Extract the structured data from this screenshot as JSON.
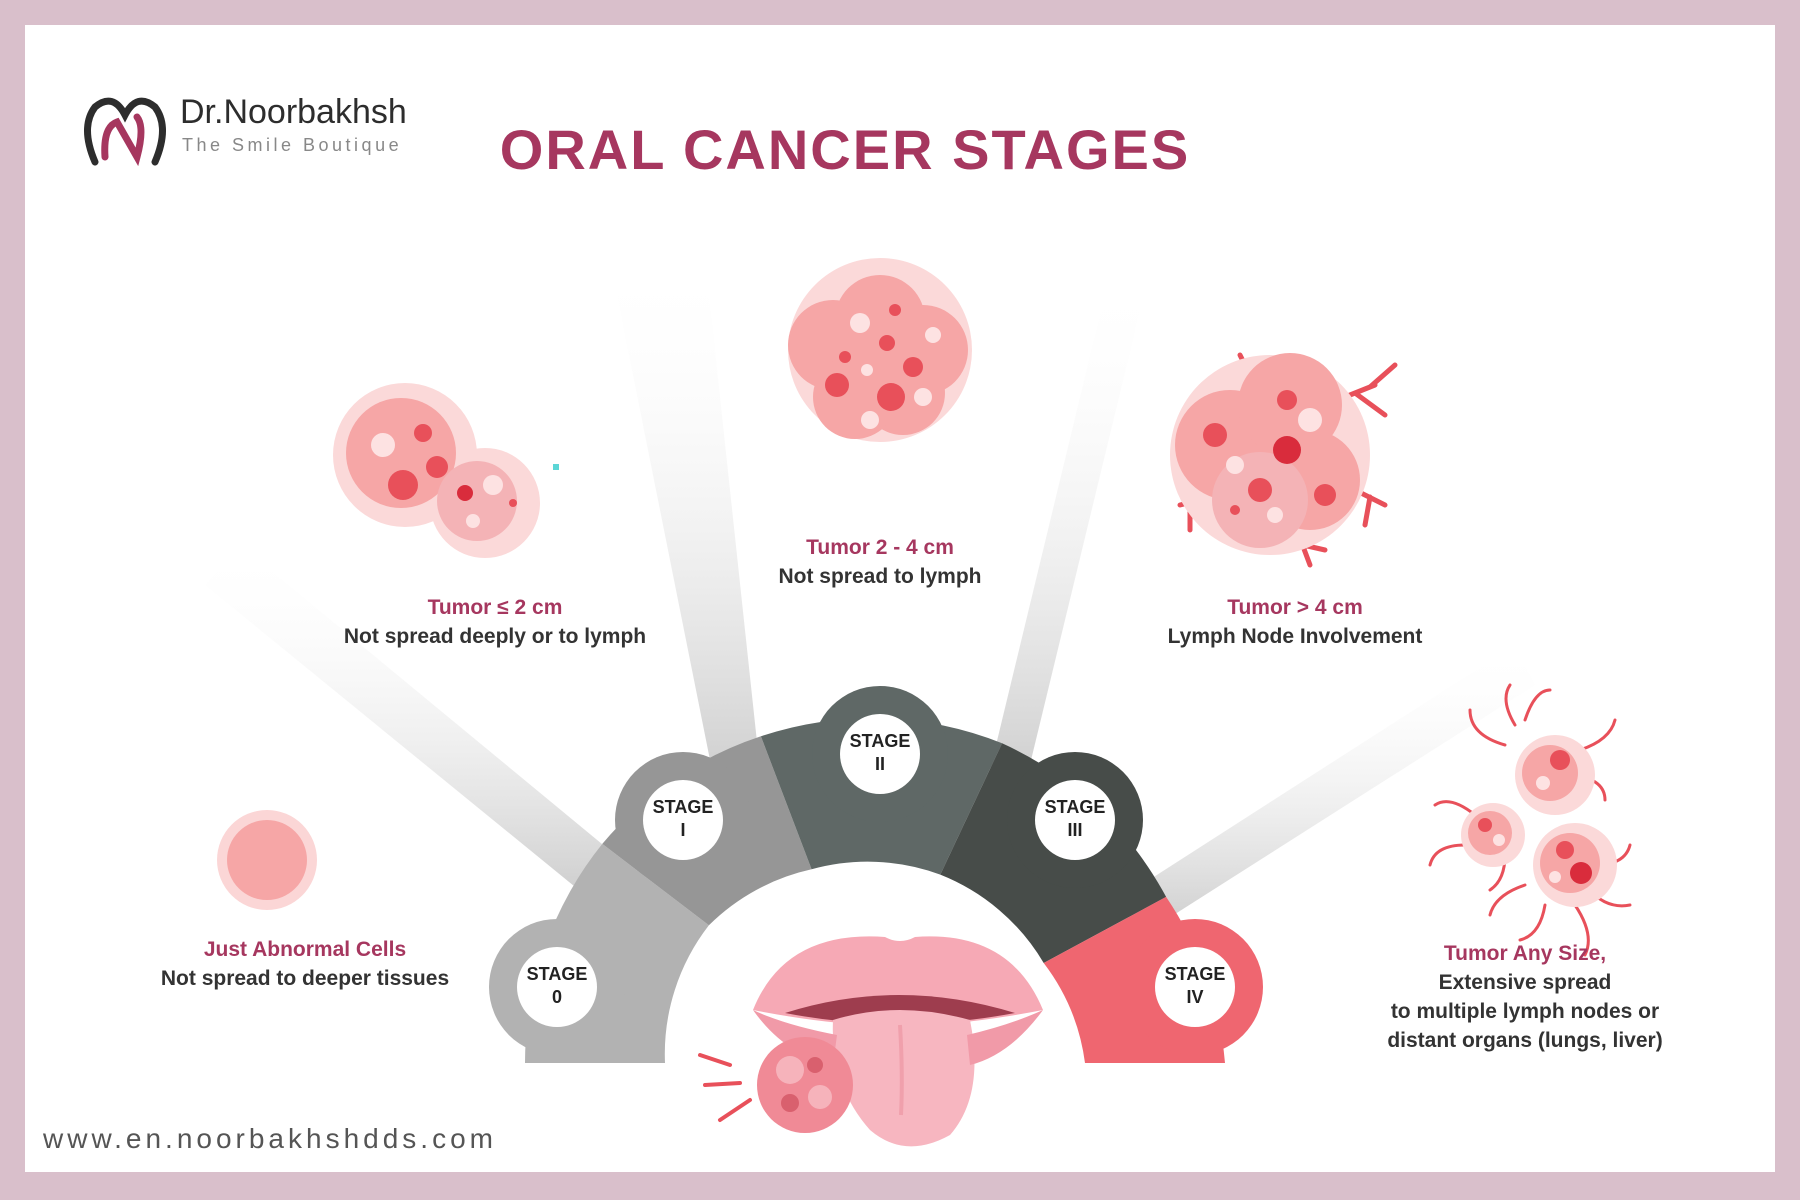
{
  "brand": {
    "name": "Dr.Noorbakhsh",
    "tagline": "The Smile Boutique",
    "logo_icon": "tooth-heart-icon"
  },
  "title": "ORAL CANCER STAGES",
  "website": "www.en.noorbakhshdds.com",
  "colors": {
    "accent": "#a6375f",
    "stage0": "#b2b2b2",
    "stage1": "#969696",
    "stage2": "#5f6866",
    "stage3": "#474c49",
    "stage4": "#ef6670",
    "cell": "#f6a6a6",
    "cell_dark": "#e8505a"
  },
  "stages": [
    {
      "line1": "STAGE",
      "line2": "0",
      "heading": "Just Abnormal Cells",
      "desc": [
        "Not spread to deeper tissues"
      ]
    },
    {
      "line1": "STAGE",
      "line2": "I",
      "heading": "Tumor ≤ 2 cm",
      "desc": [
        "Not spread deeply or to lymph"
      ]
    },
    {
      "line1": "STAGE",
      "line2": "II",
      "heading": "Tumor 2 - 4 cm",
      "desc": [
        "Not spread to lymph"
      ]
    },
    {
      "line1": "STAGE",
      "line2": "III",
      "heading": "Tumor > 4 cm",
      "desc": [
        "Lymph Node Involvement"
      ]
    },
    {
      "line1": "STAGE",
      "line2": "IV",
      "heading": "Tumor Any Size,",
      "desc": [
        "Extensive spread",
        "to multiple lymph nodes or",
        "distant organs (lungs, liver)"
      ]
    }
  ]
}
